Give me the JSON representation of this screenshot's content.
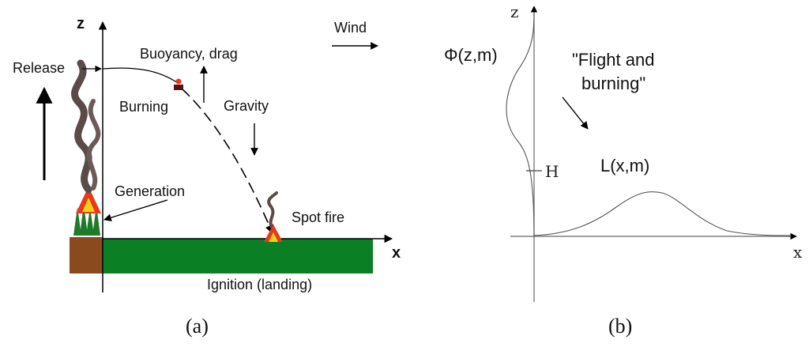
{
  "panel_a": {
    "caption": "(a)",
    "z_axis": "z",
    "x_axis": "x",
    "release": "Release",
    "buoyancy": "Buoyancy, drag",
    "burning": "Burning",
    "gravity": "Gravity",
    "wind": "Wind",
    "generation": "Generation",
    "spot_fire": "Spot fire",
    "ignition": "Ignition (landing)"
  },
  "panel_b": {
    "caption": "(b)",
    "z_axis": "z",
    "x_axis": "x",
    "phi": "Φ(z,m)",
    "flight_line1": "\"Flight and",
    "flight_line2": "burning\"",
    "h_label": "H",
    "l_label": "L(x,m)"
  },
  "colors": {
    "ground": "#0a7f23",
    "soil": "#8b4a1e",
    "smoke": "#5a4a48",
    "flame": "#e83a1a",
    "flame_core": "#f5d21a",
    "tree": "#1f7a2a"
  }
}
